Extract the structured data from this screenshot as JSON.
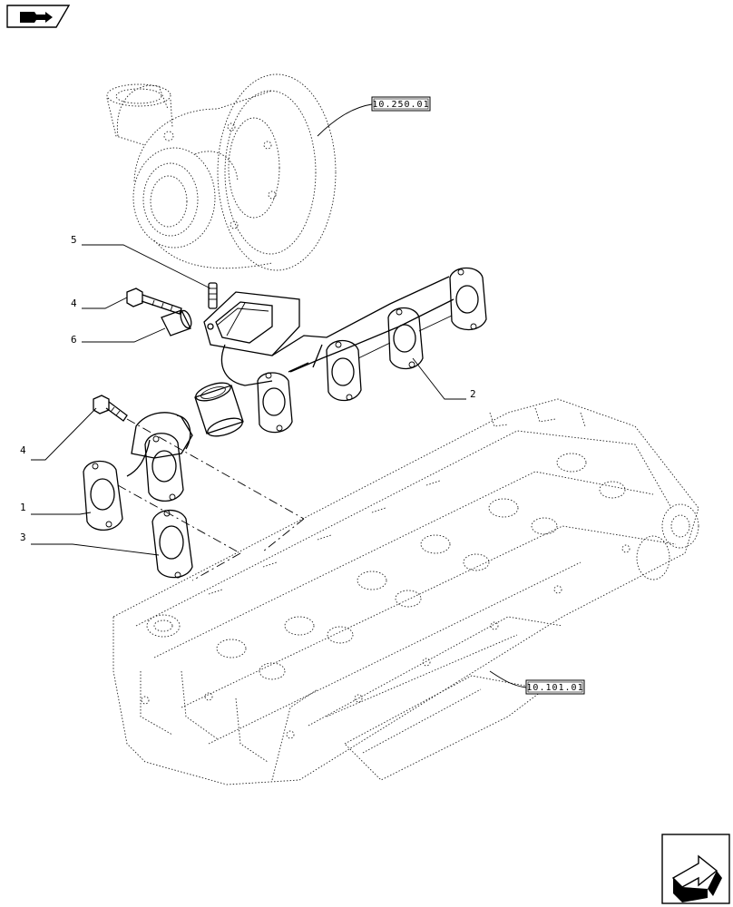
{
  "reference_boxes": {
    "turbocharger": "10.250.01",
    "cylinder_head": "10.101.01"
  },
  "callouts": [
    {
      "id": "c5",
      "label": "5"
    },
    {
      "id": "c4a",
      "label": "4"
    },
    {
      "id": "c6",
      "label": "6"
    },
    {
      "id": "c2",
      "label": "2"
    },
    {
      "id": "c4b",
      "label": "4"
    },
    {
      "id": "c1",
      "label": "1"
    },
    {
      "id": "c3",
      "label": "3"
    }
  ],
  "icons": {
    "top_left": "book-arrow-icon",
    "bottom_right": "next-page-arrow-icon"
  }
}
